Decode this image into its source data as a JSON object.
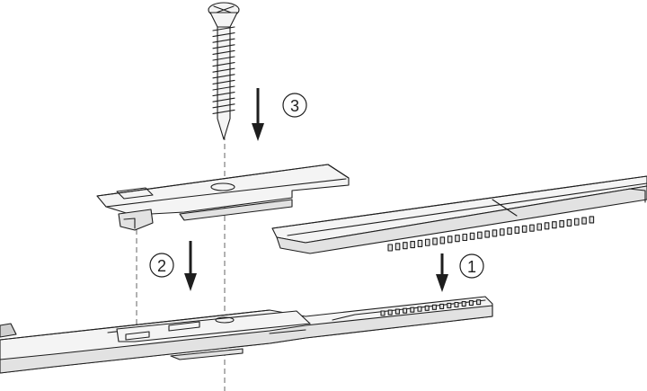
{
  "steps": [
    {
      "number": "1",
      "target": "slide-rail-insert"
    },
    {
      "number": "2",
      "target": "bracket-plate-insert"
    },
    {
      "number": "3",
      "target": "screw-insert"
    }
  ],
  "colors": {
    "line": "#1e1e1e",
    "fill_light": "#f4f4f4",
    "fill_mid": "#e2e2e2",
    "fill_dark": "#cfcfcf"
  }
}
